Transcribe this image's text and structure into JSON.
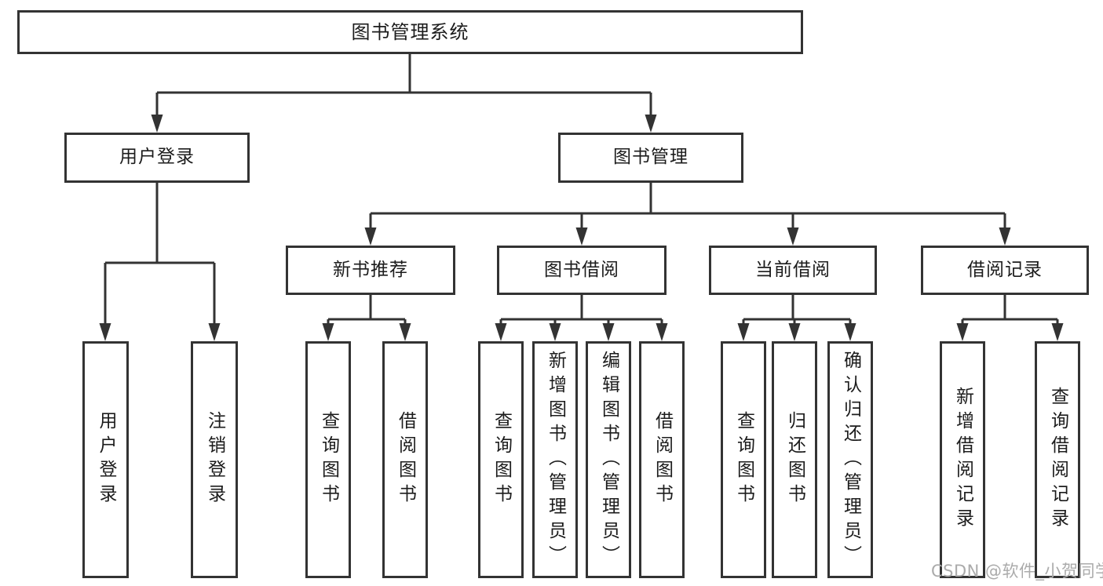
{
  "tree": {
    "label": "图书管理系统",
    "children": [
      {
        "label": "用户登录",
        "children": [
          {
            "label": "用户登录"
          },
          {
            "label": "注销登录"
          }
        ]
      },
      {
        "label": "图书管理",
        "children": [
          {
            "label": "新书推荐",
            "children": [
              {
                "label": "查询图书"
              },
              {
                "label": "借阅图书"
              }
            ]
          },
          {
            "label": "图书借阅",
            "children": [
              {
                "label": "查询图书"
              },
              {
                "label": "新增图书（管理员）"
              },
              {
                "label": "编辑图书（管理员）"
              },
              {
                "label": "借阅图书"
              }
            ]
          },
          {
            "label": "当前借阅",
            "children": [
              {
                "label": "查询图书"
              },
              {
                "label": "归还图书"
              },
              {
                "label": "确认归还（管理员）"
              }
            ]
          },
          {
            "label": "借阅记录",
            "children": [
              {
                "label": "新增借阅记录"
              },
              {
                "label": "查询借阅记录"
              }
            ]
          }
        ]
      }
    ]
  },
  "watermark": "CSDN @软件_小贺同学",
  "colors": {
    "line": "#333333",
    "text": "#1c1c1c",
    "box-fill": "#ffffff",
    "page-bg": "#ffffff",
    "watermark": "#ababab"
  }
}
